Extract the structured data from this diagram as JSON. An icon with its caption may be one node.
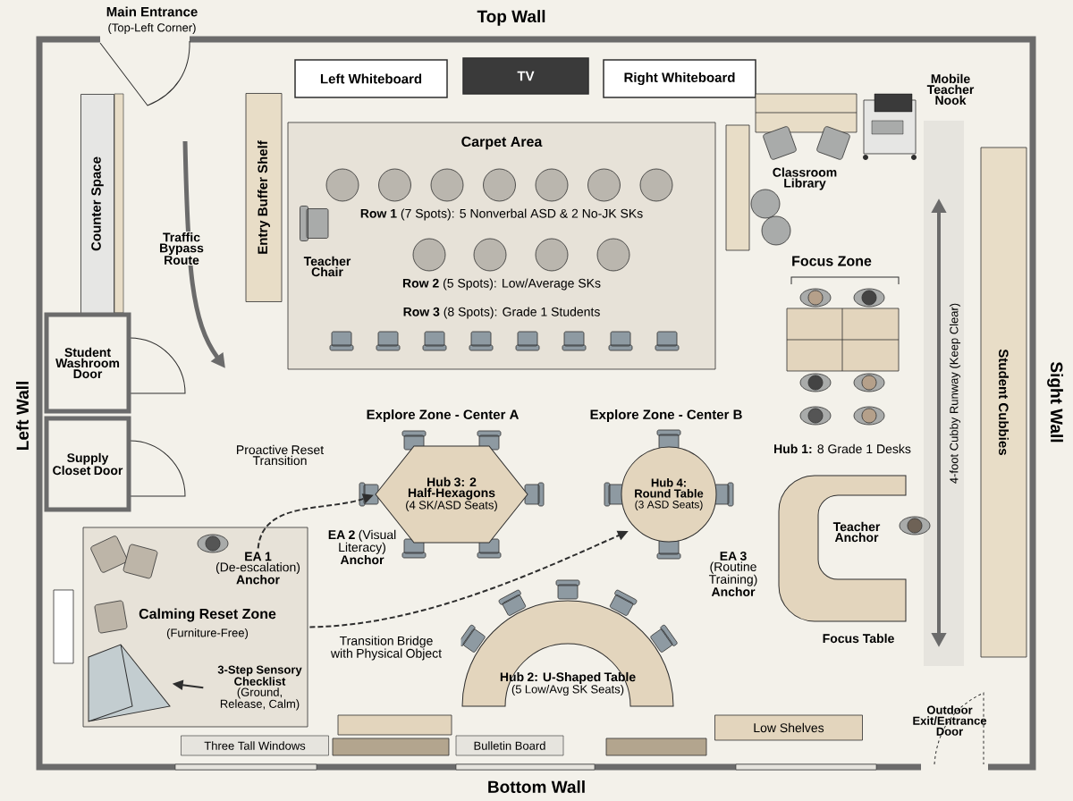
{
  "diagram": {
    "nodes": [
      {
        "text": [
          "Counter Space"
        ]
      },
      {
        "text": [
          "Student Washroom Door"
        ]
      },
      {
        "text": [
          "Supply Closet Door"
        ]
      },
      {
        "text": [
          "Entry Buffer Shelf"
        ]
      },
      {
        "text": [
          "Left Whiteboard"
        ]
      },
      {
        "text": [
          "TV"
        ]
      },
      {
        "text": [
          "Right Whiteboard"
        ]
      },
      {
        "text": [
          "Carpet Area",
          "**Row 1** (7 Spots): 5 Nonverbal ASD & 2 No-JK SKs",
          "**Row 2** (5 Spots): Low/Average SKs",
          "**Row 3** (8 Spots): Grade 1 Students"
        ]
      },
      {
        "text": [
          "Focus Zone",
          "**Hub 1:** 8 Grade 1 Desks"
        ]
      },
      {
        "text": [
          "Hub 3: 2 Half-Hexagons",
          "(4 SK/ASD Seats)"
        ]
      },
      {
        "text": [
          "Hub 4: Round Table",
          "(3 ASD Seats)"
        ]
      },
      {
        "text": [
          "Calming Reset Zone",
          "(Furniture-Free)"
        ]
      },
      {
        "text": [
          "**EA 1** (De-escalation) **Anchor**"
        ],
        "in": 11
      },
      {
        "text": [
          "3-Step Sensory Checklist",
          "(Ground, Release, Calm)"
        ],
        "in": 11
      },
      {
        "text": [],
        "shape": "picture",
        "in": 11
      },
      {
        "text": [
          "Teacher Anchor",
          "Focus Table"
        ]
      },
      {
        "text": [
          "Hub 2: U-Shaped Table",
          "(5 Low/Avg SK Seats)"
        ]
      },
      {
        "text": [
          "Student Cubbies"
        ]
      },
      {
        "text": [
          "Three Tall Windows"
        ]
      },
      {
        "text": [
          "Bulletin Board"
        ]
      },
      {
        "text": [
          "Low Shelves"
        ]
      },
      {
        "text": [],
        "shape": "box"
      },
      {
        "text": [],
        "shape": "box"
      },
      {
        "text": [],
        "shape": "box"
      },
      {
        "text": [],
        "shape": "box"
      }
    ],
    "edges": [
      {
        "from": 12,
        "to": 9,
        "arrow": "to",
        "style": "dashed",
        "label": "Proactive Reset Transition"
      },
      {
        "from": 11,
        "to": 10,
        "arrow": "to",
        "style": "dashed",
        "label": "Transition Bridge with Physical Object"
      },
      {
        "from": 13,
        "to": 14,
        "arrow": "to"
      }
    ],
    "labels": [
      "Main Entrance",
      "(Top-Left Corner)",
      "Top Wall",
      "Mobile Teacher Nook",
      "Traffic Bypass Route",
      "Teacher Chair",
      "Classroom Library",
      "Left Wall",
      "Sight Wall",
      "4-foot Cubby Runway (Keep Clear)",
      "Explore Zone - Center A",
      "Explore Zone - Center B",
      "**EA 2** (Visual Literacy) **Anchor**",
      "**EA 3** (Routine Training) **Anchor**",
      "Outdoor Exit/Entrance Door",
      "Bottom Wall"
    ]
  }
}
